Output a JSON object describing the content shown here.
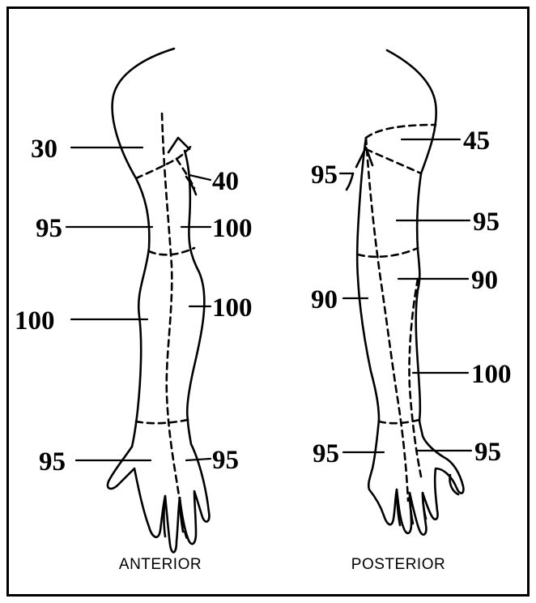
{
  "anterior": {
    "caption": "ANTERIOR",
    "labels": {
      "shoulder": "30",
      "upper_arm_inner": "40",
      "upper_arm_left": "95",
      "upper_arm_right": "100",
      "forearm_left": "100",
      "forearm_right": "100",
      "hand_left": "95",
      "hand_right": "95"
    }
  },
  "posterior": {
    "caption": "POSTERIOR",
    "labels": {
      "shoulder": "45",
      "upper_arm_left": "95",
      "upper_arm_right": "95",
      "forearm_upper_left": "90",
      "forearm_upper_right": "90",
      "forearm_lower_right": "100",
      "hand_left": "95",
      "hand_right": "95"
    }
  },
  "colors": {
    "ink": "#000000",
    "background": "#ffffff"
  }
}
